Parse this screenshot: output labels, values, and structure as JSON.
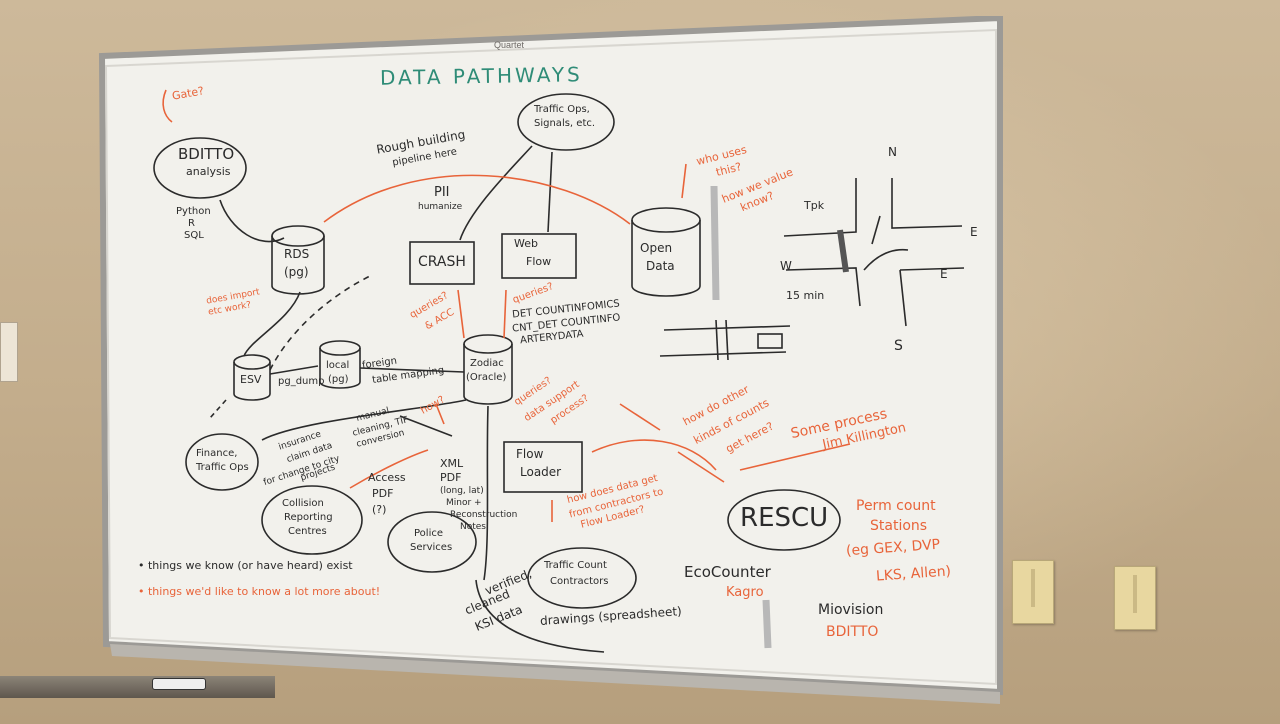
{
  "board": {
    "brand": "Quartet",
    "title": "DATA PATHWAYS"
  },
  "nodes": {
    "bdit_analysis": {
      "name": "BDITTO",
      "sub": "analysis"
    },
    "traffic_ops": {
      "line1": "Traffic Ops,",
      "line2": "Signals, etc."
    },
    "rds": {
      "line1": "RDS",
      "line2": "(pg)"
    },
    "crash": "CRASH",
    "webflow": {
      "line1": "Web",
      "line2": "Flow"
    },
    "opendata": {
      "line1": "Open",
      "line2": "Data"
    },
    "esv": "ESV",
    "local": {
      "line1": "local",
      "line2": "(pg)"
    },
    "zodiac": {
      "line1": "Zodiac",
      "line2": "(Oracle)"
    },
    "finance": {
      "line1": "Finance,",
      "line2": "Traffic Ops"
    },
    "flowloader": {
      "line1": "Flow",
      "line2": "Loader"
    },
    "collision": {
      "line1": "Collision",
      "line2": "Reporting",
      "line3": "Centres"
    },
    "police": {
      "line1": "Police",
      "line2": "Services"
    },
    "contractors": {
      "line1": "Traffic Count",
      "line2": "Contractors"
    },
    "rescu": "RESCU"
  },
  "labels": {
    "gate": "Gate?",
    "python": {
      "l1": "Python",
      "l2": "R",
      "l3": "SQL"
    },
    "rough": {
      "l1": "Rough building",
      "l2": "pipeline here"
    },
    "pii": {
      "l1": "PII",
      "l2": "humanize"
    },
    "who_uses": {
      "l1": "who uses",
      "l2": "this?"
    },
    "how_value": {
      "l1": "how we value",
      "l2": "know?"
    },
    "data_import": {
      "l1": "does import",
      "l2": "etc work?"
    },
    "queries_acc": {
      "l1": "queries?",
      "l2": "& ACC"
    },
    "queries_wf": "queries?",
    "tables": {
      "l1": "DET    COUNTINFOMICS",
      "l2": "CNT_DET  COUNTINFO",
      "l3": "ARTERYDATA"
    },
    "pgdump": "pg_dump",
    "foreign": {
      "l1": "foreign",
      "l2": "table mapping"
    },
    "how": "how?",
    "queries_support": {
      "l1": "queries?",
      "l2": "data support",
      "l3": "process?"
    },
    "how_other": {
      "l1": "how do other",
      "l2": "kinds of counts",
      "l3": "get here?"
    },
    "some_process": {
      "l1": "Some process",
      "l2": "Jim Killington"
    },
    "insurance": {
      "l1": "insurance",
      "l2": "claim data",
      "l3": "for change to city",
      "l4": "projects"
    },
    "manual": {
      "l1": "manual",
      "l2": "cleaning, TIF",
      "l3": "conversion"
    },
    "access": {
      "l1": "Access",
      "l2": "PDF",
      "l3": "(?)"
    },
    "xml": {
      "l1": "XML",
      "l2": "PDF",
      "l3": "(long, lat)",
      "l4": "Minor +",
      "l5": "Reconstruction",
      "l6": "Notes"
    },
    "how_data": {
      "l1": "how does data get",
      "l2": "from contractors to",
      "l3": "Flow Loader?"
    },
    "verified": {
      "l1": "verified,",
      "l2": "cleaned",
      "l3": "KSI data"
    },
    "drawings": "drawings (spreadsheet)",
    "ecocounter": "EcoCounter",
    "kagro": "Kagro",
    "miovision": "Miovision",
    "bditto": "BDITTO",
    "perm": {
      "l1": "Perm count",
      "l2": "Stations",
      "l3": "(eg GEX, DVP",
      "l4": "LKS, Allen)"
    },
    "legend_black": "• things we know (or have heard) exist",
    "legend_orange": "• things we'd like to know a lot more about!",
    "tpk": "Tpk",
    "n": "N",
    "w": "W",
    "e": "E",
    "e2": "E",
    "s": "S",
    "min15": "15 min"
  },
  "colors": {
    "board": "#f2f1ec",
    "black_ink": "#2b2b2b",
    "orange_ink": "#e8643a",
    "green_ink": "#2f8c77"
  }
}
